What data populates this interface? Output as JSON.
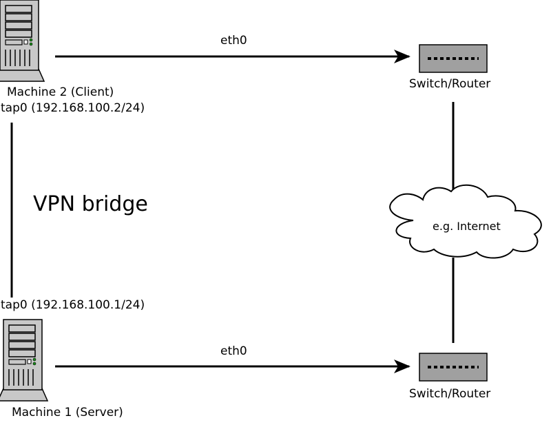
{
  "nodes": {
    "machine2": {
      "label": "Machine 2 (Client)",
      "tap": "tap0 (192.168.100.2/24)"
    },
    "machine1": {
      "label": "Machine 1 (Server)",
      "tap": "tap0 (192.168.100.1/24)"
    },
    "switch_top": {
      "label": "Switch/Router"
    },
    "switch_bottom": {
      "label": "Switch/Router"
    },
    "cloud": {
      "label": "e.g. Internet"
    }
  },
  "links": {
    "eth_top": "eth0",
    "eth_bottom": "eth0",
    "vpn": "VPN bridge"
  },
  "colors": {
    "server_fill": "#c8c8c8",
    "switch_fill": "#a0a0a0",
    "cloud_fill": "#ffffff",
    "stroke": "#000000"
  },
  "icons": {
    "server": "server-tower-icon",
    "switch": "network-switch-icon",
    "cloud": "cloud-icon"
  }
}
